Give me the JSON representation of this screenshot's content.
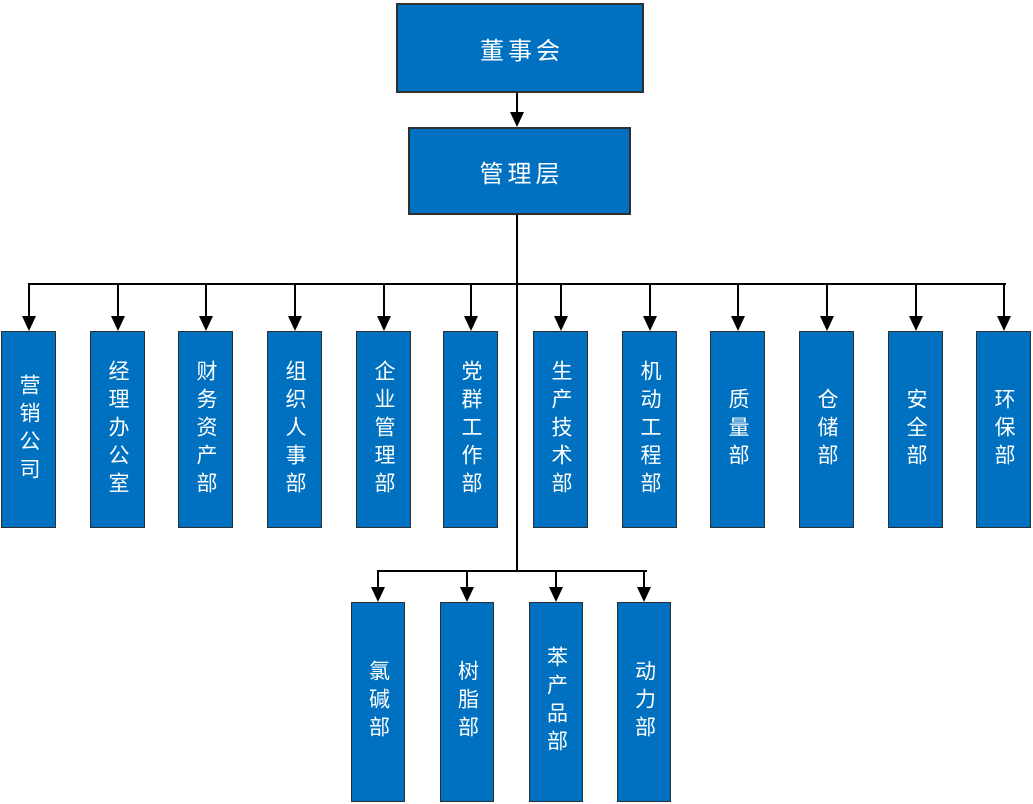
{
  "org": {
    "root": {
      "label": "董事会"
    },
    "management": {
      "label": "管理层"
    },
    "departments": [
      {
        "label": "营销公司"
      },
      {
        "label": "经理办公室"
      },
      {
        "label": "财务资产部"
      },
      {
        "label": "组织人事部"
      },
      {
        "label": "企业管理部"
      },
      {
        "label": "党群工作部"
      },
      {
        "label": "生产技术部"
      },
      {
        "label": "机动工程部"
      },
      {
        "label": "质量部"
      },
      {
        "label": "仓储部"
      },
      {
        "label": "安全部"
      },
      {
        "label": "环保部"
      }
    ],
    "production_units": [
      {
        "label": "氯碱部"
      },
      {
        "label": "树脂部"
      },
      {
        "label": "苯产品部"
      },
      {
        "label": "动力部"
      }
    ]
  },
  "colors": {
    "box_fill": "#0070C0",
    "box_border": "#2F2F2F",
    "text": "#FFFFFF",
    "connector": "#000000",
    "background": "#FFFFFF"
  }
}
